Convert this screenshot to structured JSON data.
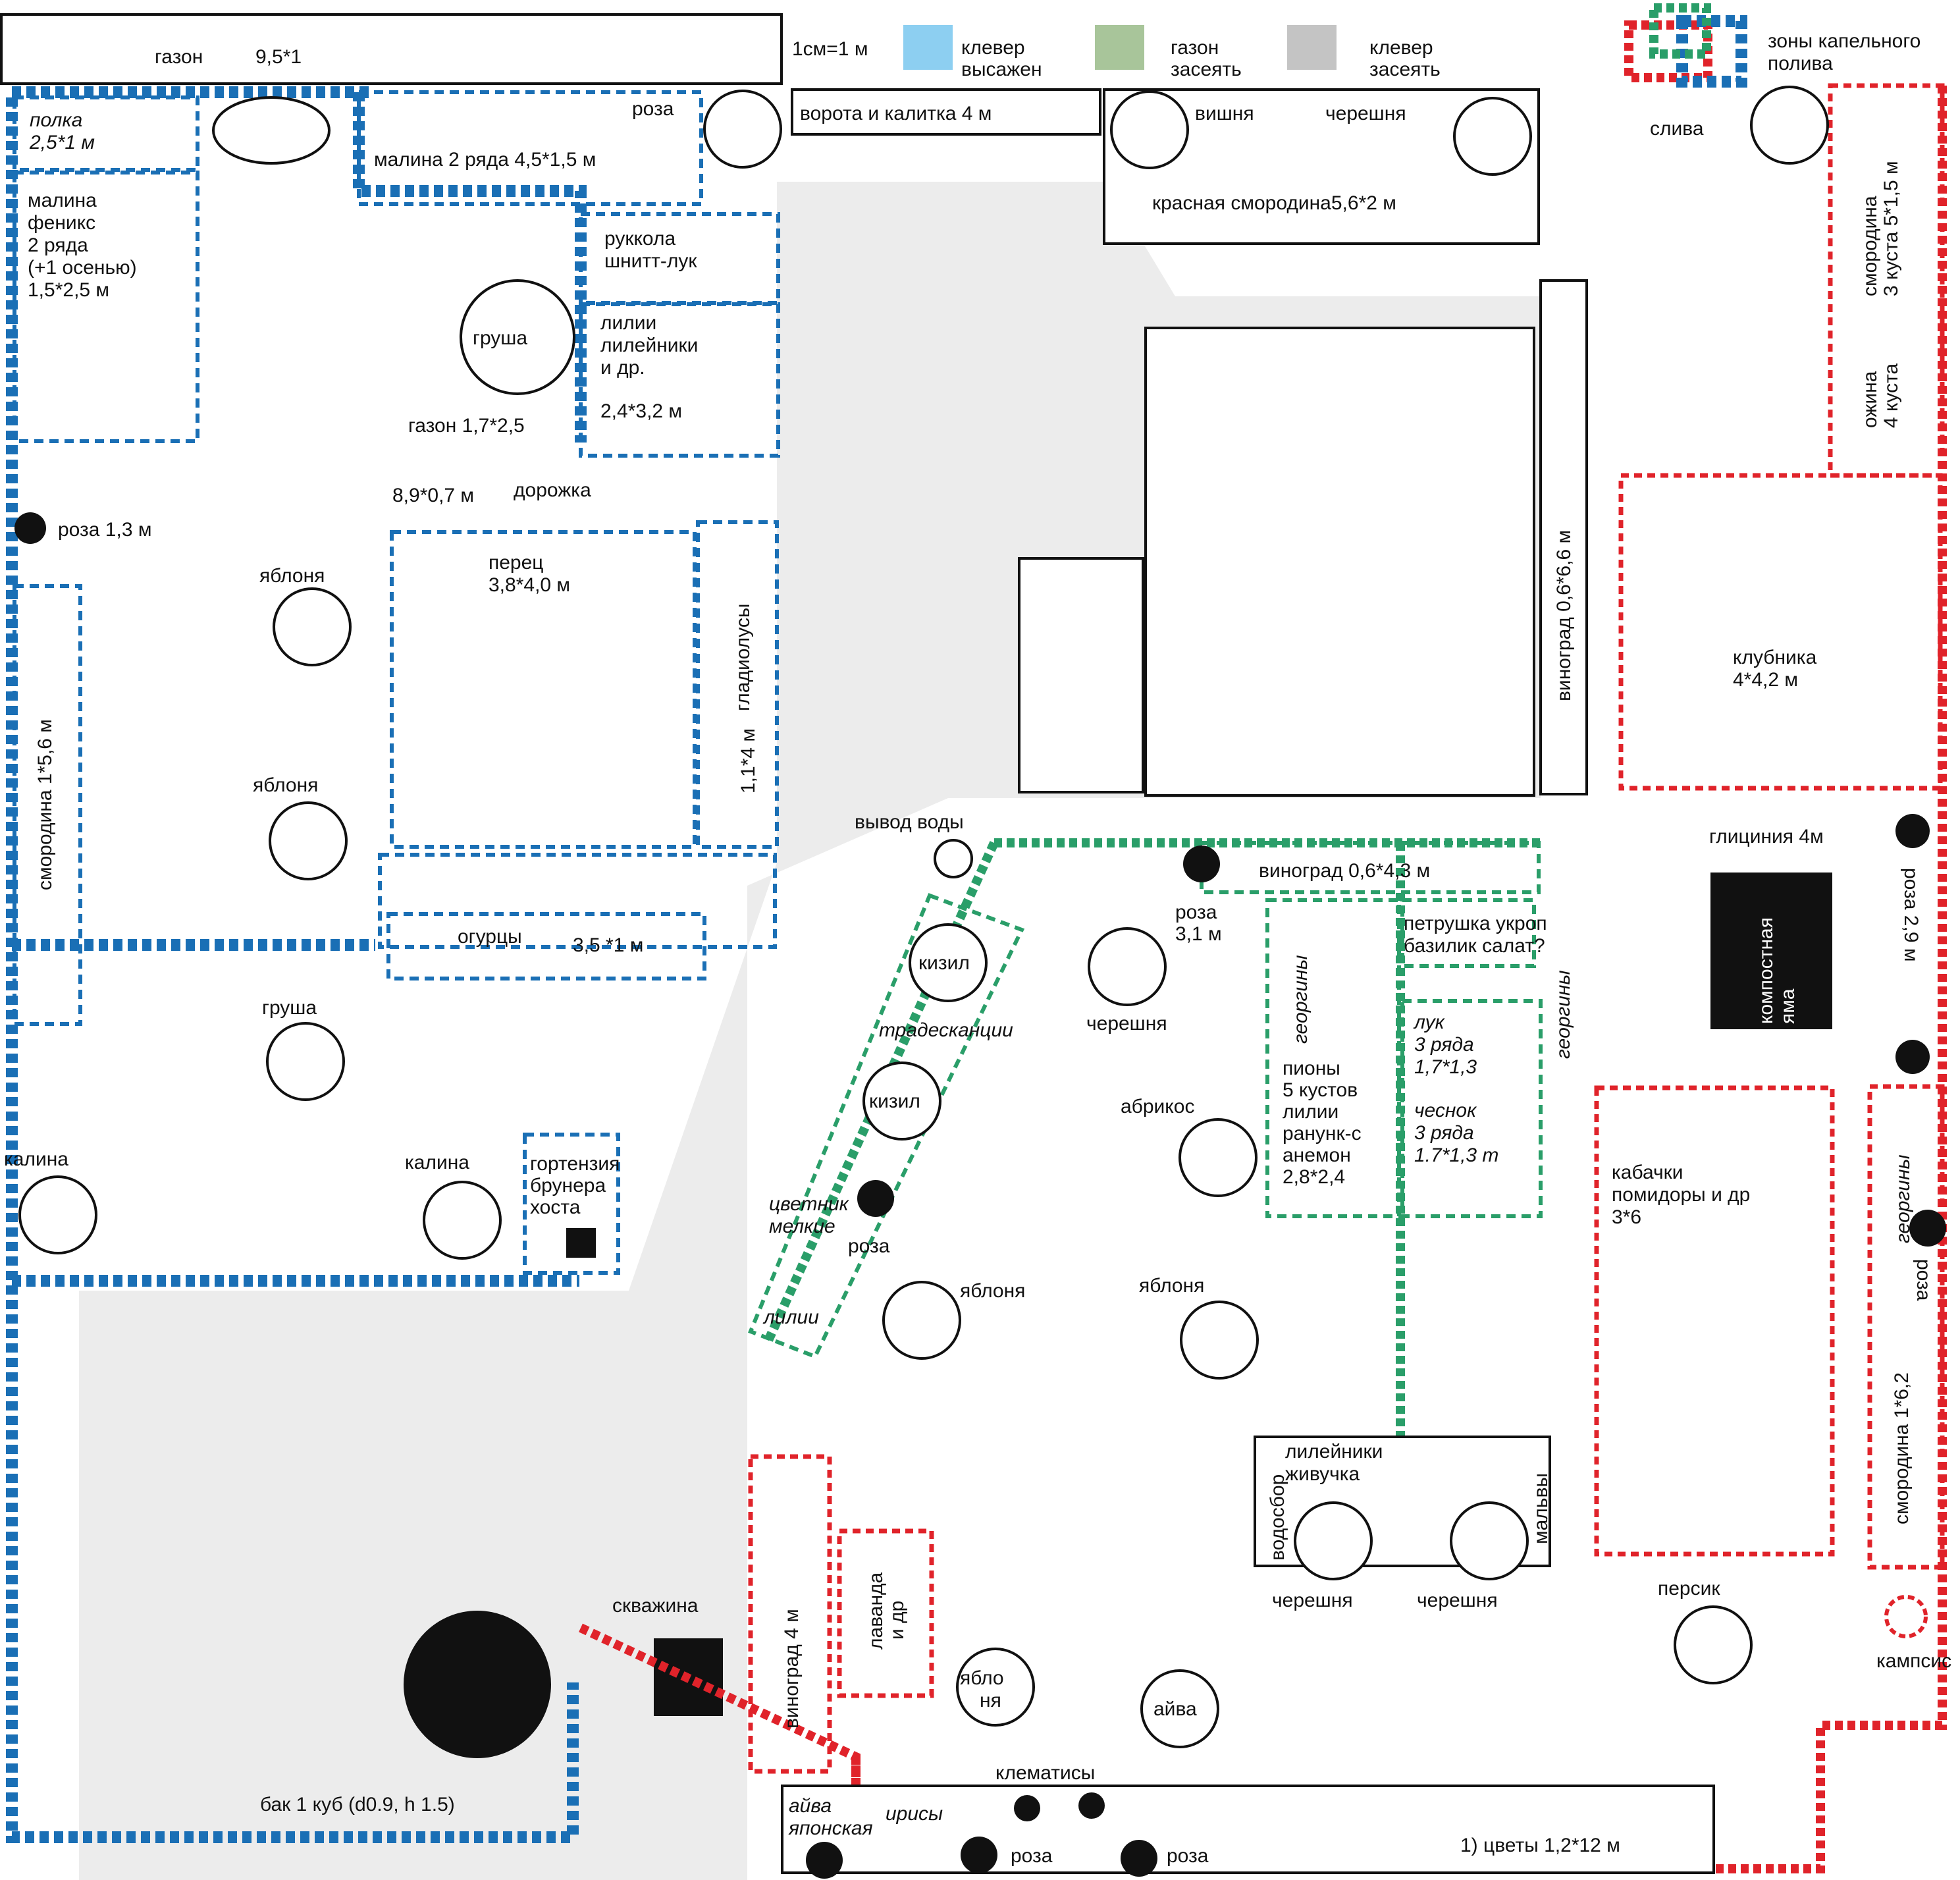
{
  "scale": "1см=1 м",
  "legend": {
    "items": [
      {
        "text": "клевер высажен",
        "line1": "клевер",
        "line2": "высажен",
        "color": "#8dcff1"
      },
      {
        "text": "газон засеять",
        "line1": "газон",
        "line2": "засеять",
        "color": "#a8c59a"
      },
      {
        "text": "клевер засеять",
        "line1": "клевер",
        "line2": "засеять",
        "color": "#c4c4c4"
      }
    ],
    "drip": {
      "line1": "зоны капельного",
      "line2": "полива"
    }
  },
  "colors": {
    "blue_zone": "#1a6fb5",
    "green_zone": "#2a9e69",
    "red_zone": "#e0232a",
    "sown_area": "#ececec"
  },
  "labels": {
    "gazon": "газон",
    "gazon_size": "9,5*1",
    "gates": "ворота и калитка 4 м",
    "polka1": "полка",
    "polka2": "2,5*1 м",
    "malina_rows": "малина 2 ряда 4,5*1,5 м",
    "rosa_top": "роза",
    "phoenix1": "малина",
    "phoenix2": "феникс",
    "phoenix3": "2 ряда",
    "phoenix4": "(+1 осенью)",
    "phoenix5": "1,5*2,5 м",
    "rukkola1": "руккола",
    "rukkola2": "шнитт-лук",
    "lilii1": "лилии",
    "lilii2": "лилейники",
    "lilii3": "и др.",
    "lilii4": "2,4*3,2 м",
    "grusha1": "груша",
    "gazon2": "газон 1,7*2,5",
    "dorozhka_size": "8,9*0,7 м",
    "dorozhka": "дорожка",
    "roza13": "роза 1,3 м",
    "yablonya1": "яблоня",
    "perec1": "перец",
    "perec2": "3,8*4,0 м",
    "gladiolusy": "гладиолусы",
    "gladiolusy_size": "1,1*4 м",
    "smorodina_left": "смородина 1*5,6 м",
    "yablonya2": "яблоня",
    "ogurcy": "огурцы",
    "ogurcy_size": "3,5 *1 м",
    "grusha2": "груша",
    "kalina1": "калина",
    "kalina2": "калина",
    "gort1": "гортензия",
    "gort2": "брунера",
    "gort3": "хоста",
    "vishnya": "вишня",
    "chereshnya_top": "черешня",
    "kr_smorodina": "красная смородина5,6*2 м",
    "vinograd66": "виноград 0,6*6,6 м",
    "sliva": "слива",
    "smor_right1": "смородина",
    "smor_right2": "3 куста 5*1,5 м",
    "ozhina1": "ожина",
    "ozhina2": "4 куста",
    "klubnika1": "клубника",
    "klubnika2": "4*4,2 м",
    "vyvod": "вывод воды",
    "vinograd43": "виноград 0,6*4,3 м",
    "roza31a": "роза",
    "roza31b": "3,1 м",
    "glicinia": "глициния 4м",
    "roza29": "роза 2,9 м",
    "kompost1": "компостная",
    "kompost2": "яма",
    "kizil1": "кизил",
    "kizil2": "кизил",
    "tradeskancii": "традесканции",
    "chereshnya_mid": "черешня",
    "georginy1": "георгины",
    "pion1": "пионы",
    "pion2": "5 кустов",
    "pion3": "лилии",
    "pion4": "ранунк-с",
    "pion5": "анемон",
    "pion6": "2,8*2,4",
    "petr1": "петрушка укроп",
    "petr2": "базилик салат?",
    "georginy2": "георгины",
    "luk1": "лук",
    "luk2": "3 ряда",
    "luk3": "1,7*1,3",
    "chesnok1": "чеснок",
    "chesnok2": "3 ряда",
    "chesnok3": "1.7*1,3 m",
    "abrikos": "абрикос",
    "cvetnik1": "цветник",
    "cvetnik2": "мелкие",
    "roza_mid": "роза",
    "lilii_low": "лилии",
    "yablonya3": "яблоня",
    "yablonya4": "яблоня",
    "kabachki1": "кабачки",
    "kabachki2": "помидоры и др",
    "kabachki3": "3*6",
    "georginy3": "георгины",
    "roza_right": "роза",
    "smor_right_low": "смородина 1*6,2",
    "lileyniki1": "лилейники",
    "lileyniki2": "живучка",
    "vodosbor": "водосбор",
    "malvy": "мальвы",
    "chereshnya_b1": "черешня",
    "chereshnya_b2": "черешня",
    "persik": "персик",
    "kampsis": "кампсис",
    "skvazhina": "скважина",
    "vinograd4": "виноград 4 м",
    "lavanda1": "лаванда",
    "lavanda2": "и др",
    "yablonya_b1": "ябло",
    "yablonya_b2": "ня",
    "ayva": "айва",
    "bak": "бак 1 куб (d0.9, h 1.5)",
    "klematisy": "клематисы",
    "ayva_yap1": "айва",
    "ayva_yap2": "японская",
    "irisy": "ирисы",
    "roza_b1": "роза",
    "roza_b2": "роза",
    "cvety": "1) цветы 1,2*12 м"
  }
}
